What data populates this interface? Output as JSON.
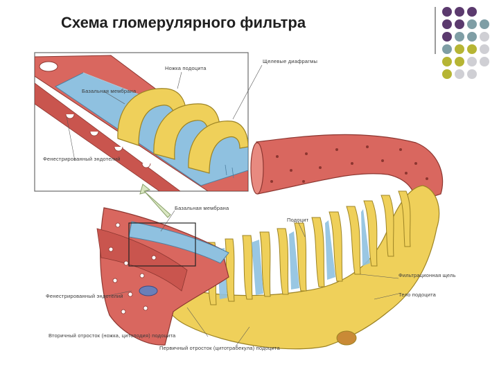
{
  "slide": {
    "title": "Схема гломерулярного фильтра"
  },
  "labels": {
    "podocyte_foot": "Ножка подоцита",
    "slit_pores": "Щелевые диафрагмы",
    "basal_membrane_inset": "Базальная мембрана",
    "fenestrated_endothelium_inset": "Фенестрированный эндотелий",
    "basal_membrane_main": "Базальная мембрана",
    "podocyte": "Подоцит",
    "filtration_slit": "Фильтрационная щель",
    "podocyte_body": "Тело подоцита",
    "fenestrated_endothelium_main": "Фенестрированный эндотелий",
    "secondary_process": "Вторичный отросток (ножка, цитоподия) подоцита",
    "primary_process": "Первичный отросток (цитотрабекула) подоцита"
  },
  "colors": {
    "endothelium": "#d9675f",
    "membrane": "#8fc1e0",
    "podocyte": "#efd05a",
    "decor_purple": "#5b3a6e",
    "decor_teal": "#7f9ea5",
    "decor_olive": "#b6b534",
    "decor_gray": "#cfcfd4"
  }
}
